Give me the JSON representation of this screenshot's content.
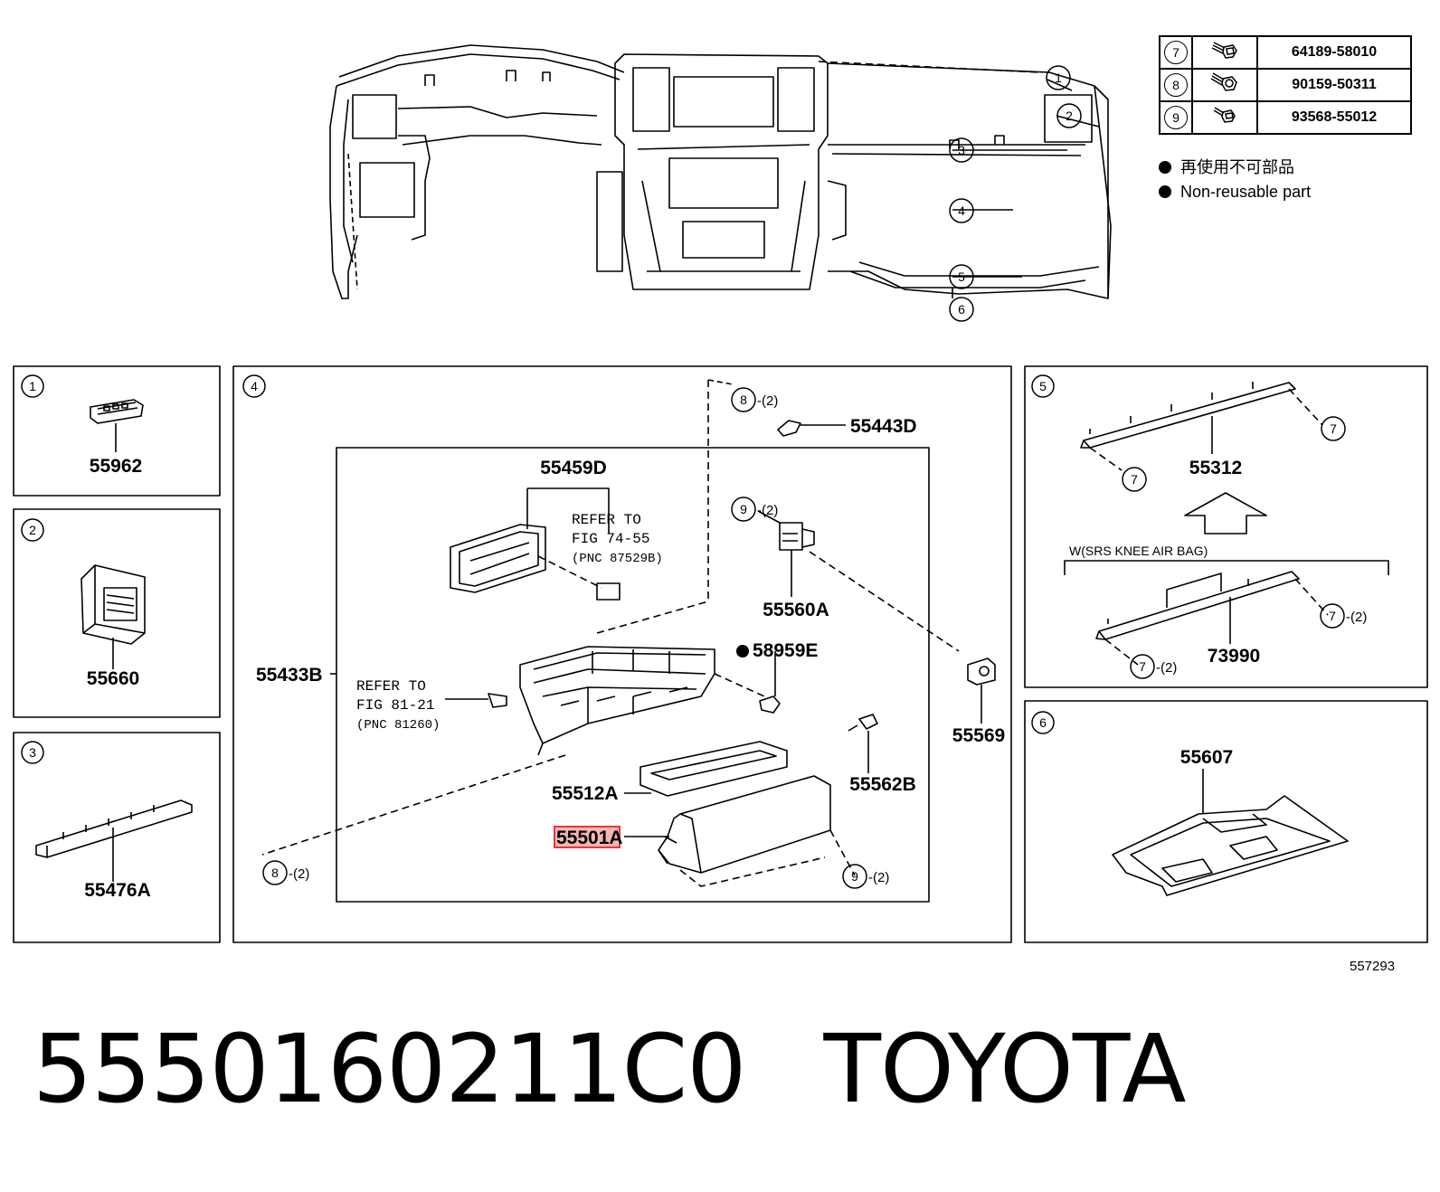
{
  "callouts": {
    "c1": "1",
    "c2": "2",
    "c3": "3",
    "c4": "4",
    "c5": "5",
    "c6": "6",
    "c7": "7",
    "c8": "8",
    "c9": "9"
  },
  "fastener_table": [
    {
      "ref": "7",
      "part": "64189-58010",
      "icon": "bolt-icon"
    },
    {
      "ref": "8",
      "part": "90159-50311",
      "icon": "screw-icon"
    },
    {
      "ref": "9",
      "part": "93568-55012",
      "icon": "screw-icon"
    }
  ],
  "legend": {
    "japanese": "再使用不可部品",
    "english": "Non-reusable part"
  },
  "panels": {
    "p1": {
      "part": "55962"
    },
    "p2": {
      "part": "55660"
    },
    "p3": {
      "part": "55476A"
    },
    "p4": {
      "parts": {
        "a": "55443D",
        "b": "55459D",
        "c": "55560A",
        "d": "58959E",
        "e": "55433B",
        "f": "55569",
        "g": "55562B",
        "h": "55512A",
        "i": "55501A"
      },
      "qty": "-(2)",
      "refer1": {
        "l1": "REFER TO",
        "l2": "FIG 74-55",
        "l3": "(PNC 87529B)"
      },
      "refer2": {
        "l1": "REFER TO",
        "l2": "FIG 81-21",
        "l3": "(PNC 81260)"
      }
    },
    "p5": {
      "part_top": "55312",
      "part_bottom": "73990",
      "condition": "W(SRS KNEE AIR BAG)"
    },
    "p6": {
      "part": "55607"
    }
  },
  "highlighted_part": "55501A",
  "highlight_color": "#e53935",
  "drawing_id": "557293",
  "footer": {
    "part_number": "555016021 1C0",
    "brand": "TOYOTA"
  }
}
